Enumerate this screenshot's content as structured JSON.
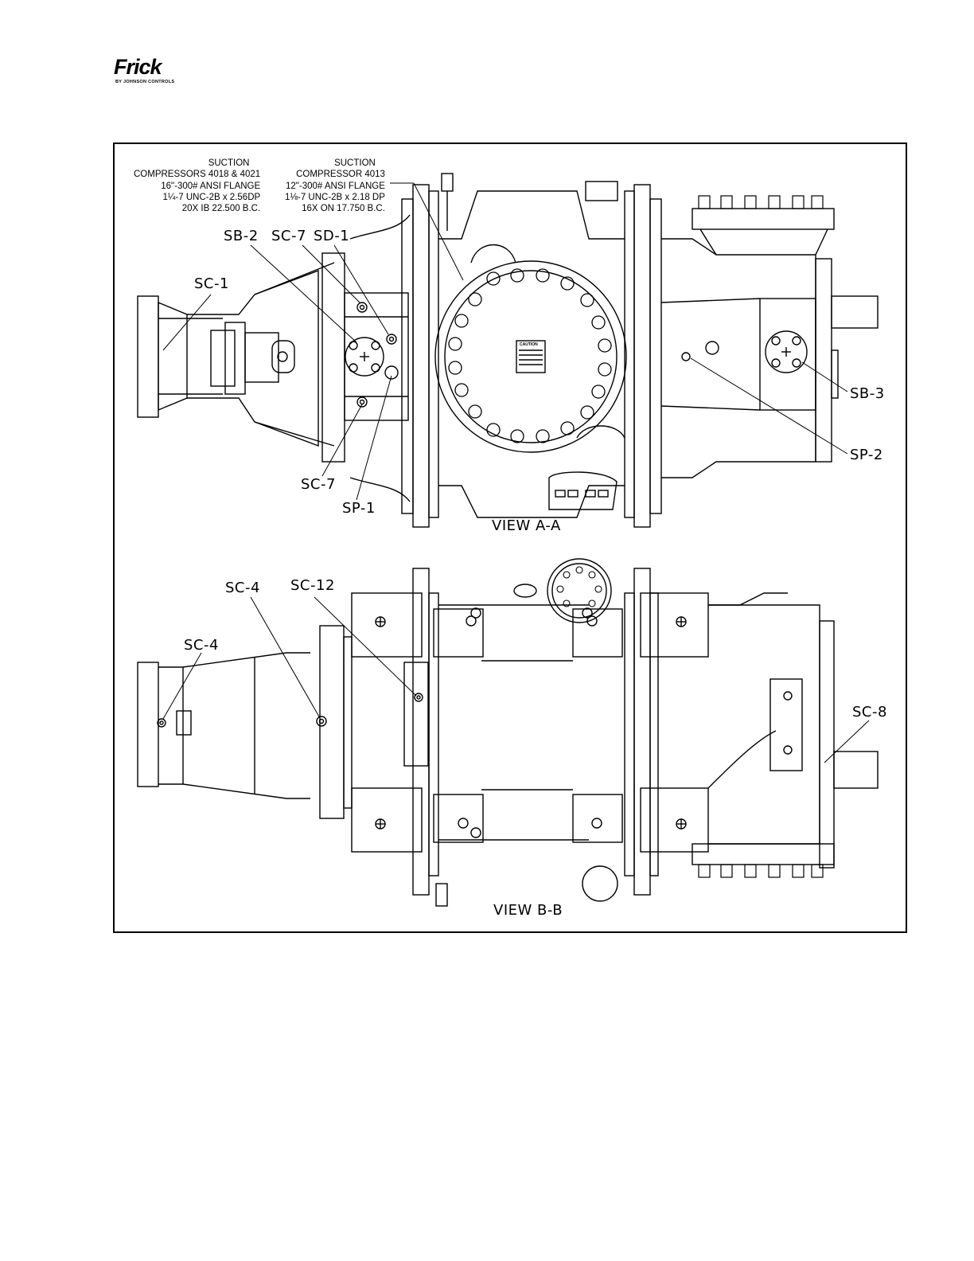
{
  "header": {
    "logo_word": "Frick",
    "logo_sub": "BY JOHNSON CONTROLS"
  },
  "notes": {
    "left": {
      "heading": "SUCTION",
      "lines": [
        "COMPRESSORS 4018 & 4021",
        "16\"-300# ANSI FLANGE",
        "1¼-7 UNC-2B x 2.56DP",
        "20X IB 22.500 B.C."
      ]
    },
    "right": {
      "heading": "SUCTION",
      "lines": [
        "COMPRESSOR 4013",
        "12\"-300# ANSI FLANGE",
        "1⅛-7 UNC-2B x 2.18 DP",
        "16X ON 17.750 B.C."
      ]
    }
  },
  "view_a": {
    "label": "VIEW A-A",
    "callouts": {
      "sb2": "SB-2",
      "sc7_top": "SC-7",
      "sd1": "SD-1",
      "sc1": "SC-1",
      "sb3": "SB-3",
      "sp2": "SP-2",
      "sc7_bottom": "SC-7",
      "sp1": "SP-1"
    },
    "caution_text": "CAUTION"
  },
  "view_b": {
    "label": "VIEW B-B",
    "callouts": {
      "sc4_top": "SC-4",
      "sc12": "SC-12",
      "sc4_left": "SC-4",
      "sc8": "SC-8"
    }
  }
}
